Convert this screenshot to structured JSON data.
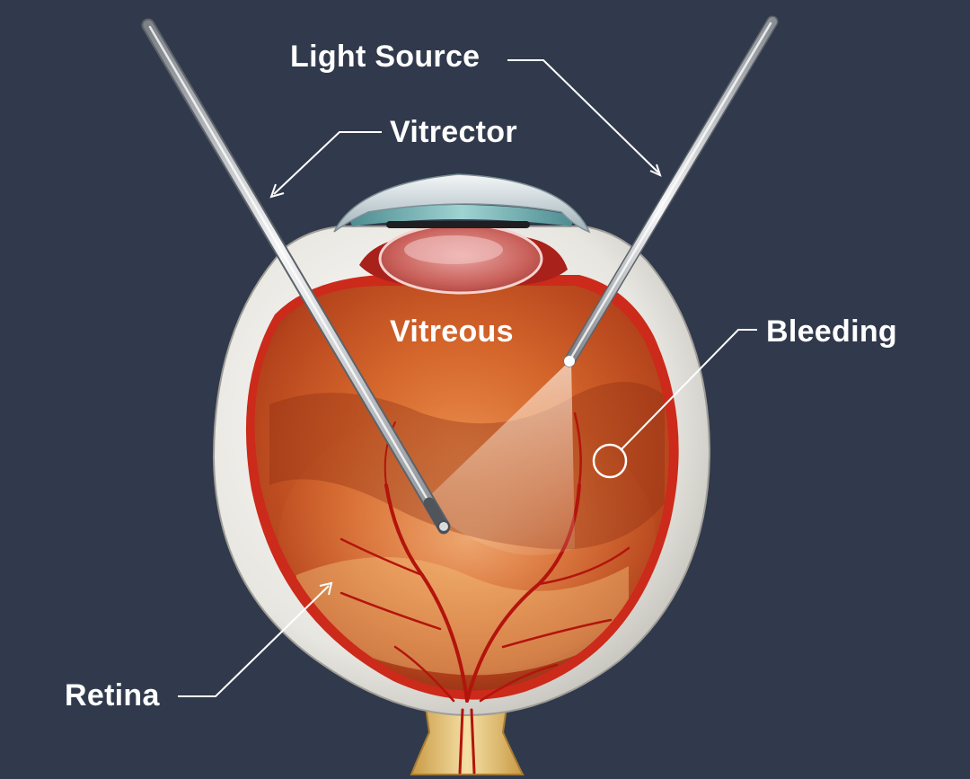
{
  "labels": {
    "light_source": "Light Source",
    "vitrector": "Vitrector",
    "vitreous": "Vitreous",
    "bleeding": "Bleeding",
    "retina": "Retina"
  },
  "colors": {
    "background": "#313a4c",
    "sclera": "#e9e7e1",
    "vitreous": "#c9501f",
    "blood_vessel": "#b3140c",
    "label": "#ffffff"
  }
}
